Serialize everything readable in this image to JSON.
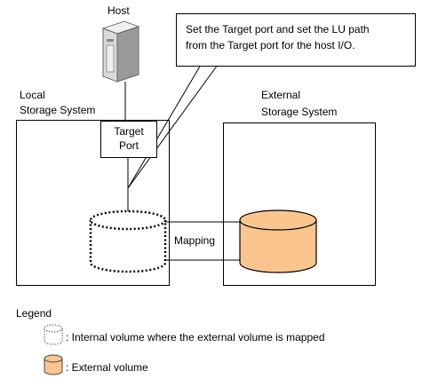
{
  "host": {
    "label": "Host",
    "icon": "server-tower-icon"
  },
  "callout": {
    "line1": "Set the Target port and set the LU path",
    "line2": "from the Target port for the host I/O."
  },
  "local_storage": {
    "line1": "Local",
    "line2": "Storage System"
  },
  "target_port": {
    "line1": "Target",
    "line2": "Port"
  },
  "external_storage": {
    "line1": "External",
    "line2": "Storage System"
  },
  "mapping_label": "Mapping",
  "legend": {
    "title": "Legend",
    "items": [
      {
        "icon": "internal-volume-icon",
        "text": ": Internal volume where the external volume is mapped"
      },
      {
        "icon": "external-volume-icon",
        "text": ": External volume"
      }
    ]
  },
  "colors": {
    "external_volume_fill": "#fbc58f",
    "line": "#000000",
    "server_body": "#d9d9d9"
  }
}
